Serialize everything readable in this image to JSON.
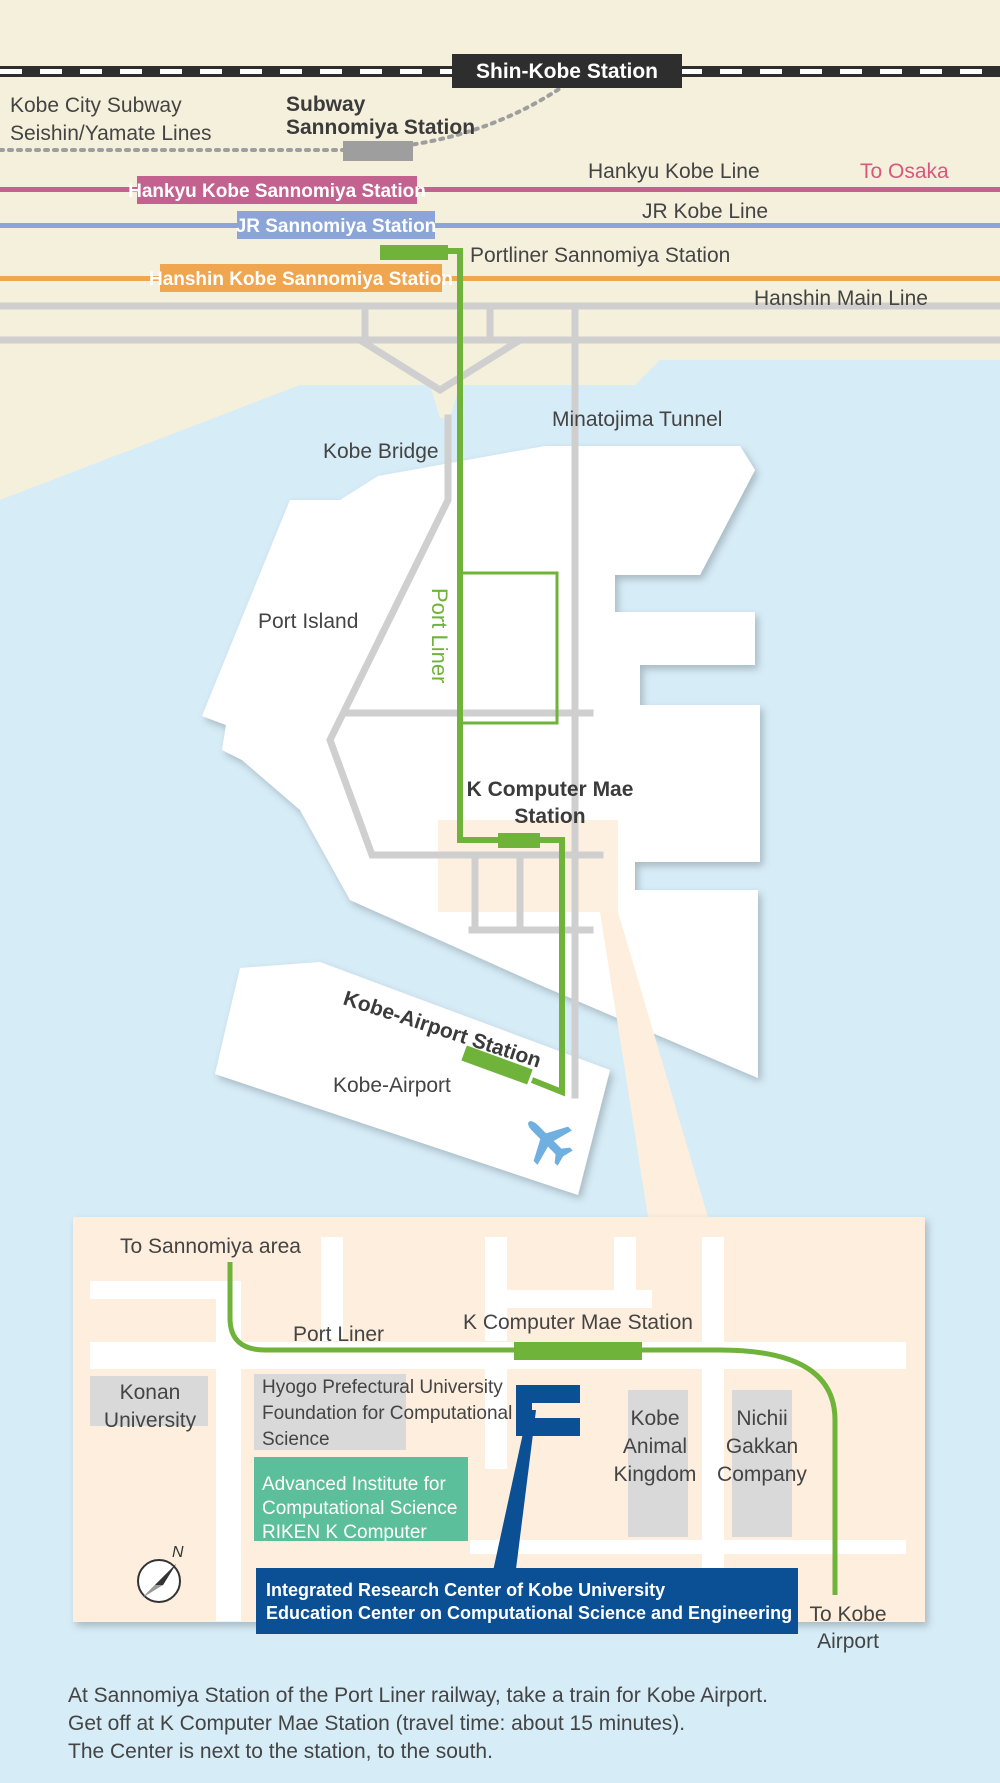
{
  "stations": {
    "shin_kobe": "Shin-Kobe Station",
    "subway_l1": "Subway",
    "subway_l2": "Sannomiya Station",
    "hankyu": "Hankyu Kobe Sannomiya Station",
    "jr": "JR Sannomiya Station",
    "portliner": "Portliner Sannomiya Station",
    "hanshin": "Hanshin Kobe Sannomiya Station",
    "k_mae_l1": "K Computer Mae",
    "k_mae_l2": "Station",
    "airport": "Kobe-Airport Station"
  },
  "lines": {
    "subway_l1": "Kobe City Subway",
    "subway_l2": "Seishin/Yamate Lines",
    "hankyu": "Hankyu Kobe Line",
    "to_osaka": "To Osaka",
    "jr": "JR Kobe Line",
    "hanshin": "Hanshin Main Line",
    "port_liner": "Port Liner"
  },
  "places": {
    "tunnel": "Minatojima Tunnel",
    "bridge": "Kobe Bridge",
    "island": "Port Island",
    "airport": "Kobe-Airport"
  },
  "inset": {
    "to_sannomiya": "To Sannomiya area",
    "port_liner": "Port Liner",
    "station": "K Computer Mae Station",
    "konan_l1": "Konan",
    "konan_l2": "University",
    "hyogo_l1": "Hyogo Prefectural University",
    "hyogo_l2": "Foundation for Computational",
    "hyogo_l3": "Science",
    "aics_l1": "Advanced Institute for",
    "aics_l2": "Computational Science",
    "aics_l3": "RIKEN K Computer",
    "kobe_animal_l1": "Kobe",
    "kobe_animal_l2": "Animal",
    "kobe_animal_l3": "Kingdom",
    "nichii_l1": "Nichii",
    "nichii_l2": "Gakkan",
    "nichii_l3": "Company",
    "center_l1": "Integrated Research Center of Kobe University",
    "center_l2": "Education Center on Computational Science and Engineering",
    "to_airport_l1": "To Kobe",
    "to_airport_l2": "Airport",
    "north": "N"
  },
  "directions": [
    "At Sannomiya Station of the Port Liner railway, take a train for Kobe Airport.",
    "Get off at K Computer Mae Station (travel time: about 15 minutes).",
    "The Center is next to the station, to the south."
  ],
  "colors": {
    "land": "#f4f0dc",
    "sea": "#d6ecf7",
    "port_liner": "#6fb33a",
    "hankyu": "#c4628f",
    "jr": "#8ba5d8",
    "hanshin": "#f0a64f",
    "center": "#0b4f94",
    "aics": "#5bbf9c",
    "to_osaka": "#d9577f"
  }
}
